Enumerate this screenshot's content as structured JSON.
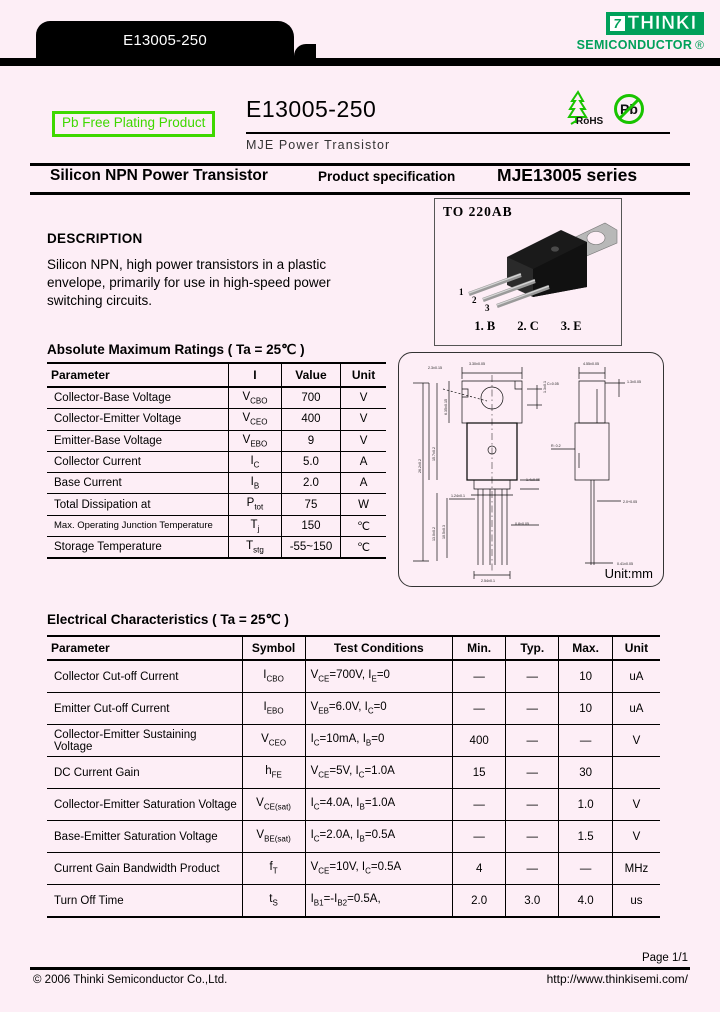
{
  "header": {
    "tab_label": "E13005-250",
    "logo_badge": "7",
    "logo_word": "THINKI",
    "logo_sub": "SEMICONDUCTOR",
    "logo_reg": "®",
    "logo_color": "#00A05A"
  },
  "title_block": {
    "pb_free_badge": "Pb Free Plating Product",
    "pb_free_color": "#3FD800",
    "part_number": "E13005-250",
    "part_subtitle": "MJE Power Transistor",
    "rohs_label": "RoHS",
    "pb_icon_label": "Pb"
  },
  "section_bar": {
    "left": "Silicon NPN Power Transistor",
    "middle": "Product  specification",
    "right": "MJE13005 series"
  },
  "description": {
    "heading": "DESCRIPTION",
    "body": "Silicon NPN, high power transistors in a plastic envelope, primarily for use in high-speed power switching circuits."
  },
  "package": {
    "title": "TO 220AB",
    "pin_numbers": [
      "1",
      "2",
      "3"
    ],
    "pin_legend": [
      "1. B",
      "2. C",
      "3. E"
    ]
  },
  "mechanical": {
    "unit_note": "Unit:mm"
  },
  "absolute_max_ratings": {
    "title": "Absolute Maximum Ratings ( Ta = 25℃ )",
    "headers": [
      "Parameter",
      "I",
      "Value",
      "Unit"
    ],
    "rows": [
      {
        "parameter": "Collector-Base Voltage",
        "symbol_base": "V",
        "symbol_sub": "CBO",
        "value": "700",
        "unit": "V"
      },
      {
        "parameter": "Collector-Emitter Voltage",
        "symbol_base": "V",
        "symbol_sub": "CEO",
        "value": "400",
        "unit": "V"
      },
      {
        "parameter": "Emitter-Base Voltage",
        "symbol_base": "V",
        "symbol_sub": "EBO",
        "value": "9",
        "unit": "V"
      },
      {
        "parameter": "Collector Current",
        "symbol_base": "I",
        "symbol_sub": "C",
        "value": "5.0",
        "unit": "A"
      },
      {
        "parameter": "Base Current",
        "symbol_base": "I",
        "symbol_sub": "B",
        "value": "2.0",
        "unit": "A"
      },
      {
        "parameter": "Total Dissipation at",
        "symbol_base": "P",
        "symbol_sub": "tot",
        "value": "75",
        "unit": "W"
      },
      {
        "parameter": "Max. Operating Junction Temperature",
        "symbol_base": "T",
        "symbol_sub": "j",
        "value": "150",
        "unit": "℃"
      },
      {
        "parameter": "Storage Temperature",
        "symbol_base": "T",
        "symbol_sub": "stg",
        "value": "-55~150",
        "unit": "℃"
      }
    ]
  },
  "electrical_characteristics": {
    "title": "Electrical Characteristics ( Ta = 25℃ )",
    "headers": [
      "Parameter",
      "Symbol",
      "Test  Conditions",
      "Min.",
      "Typ.",
      "Max.",
      "Unit"
    ],
    "rows": [
      {
        "parameter": "Collector Cut-off Current",
        "symbol_base": "I",
        "symbol_sub": "CBO",
        "conditions": "V_{CE}=700V, I_{E}=0",
        "min": "—",
        "typ": "—",
        "max": "10",
        "unit": "uA"
      },
      {
        "parameter": "Emitter Cut-off Current",
        "symbol_base": "I",
        "symbol_sub": "EBO",
        "conditions": "V_{EB}=6.0V, I_{C}=0",
        "min": "—",
        "typ": "—",
        "max": "10",
        "unit": "uA"
      },
      {
        "parameter": "Collector-Emitter Sustaining Voltage",
        "symbol_base": "V",
        "symbol_sub": "CEO",
        "conditions": "I_{C}=10mA, I_{B}=0",
        "min": "400",
        "typ": "—",
        "max": "—",
        "unit": "V"
      },
      {
        "parameter": "DC Current Gain",
        "symbol_base": "h",
        "symbol_sub": "FE",
        "conditions": "V_{CE}=5V, I_{C}=1.0A",
        "min": "15",
        "typ": "—",
        "max": "30",
        "unit": ""
      },
      {
        "parameter": "Collector-Emitter Saturation Voltage",
        "symbol_base": "V",
        "symbol_sub": "CE(sat)",
        "conditions": "I_{C}=4.0A, I_{B}=1.0A",
        "min": "—",
        "typ": "—",
        "max": "1.0",
        "unit": "V"
      },
      {
        "parameter": "Base-Emitter Saturation Voltage",
        "symbol_base": "V",
        "symbol_sub": "BE(sat)",
        "conditions": "I_{C}=2.0A, I_{B}=0.5A",
        "min": "—",
        "typ": "—",
        "max": "1.5",
        "unit": "V"
      },
      {
        "parameter": "Current Gain Bandwidth Product",
        "symbol_base": "f",
        "symbol_sub": "T",
        "conditions": "V_{CE}=10V, I_{C}=0.5A",
        "min": "4",
        "typ": "—",
        "max": "—",
        "unit": "MHz"
      },
      {
        "parameter": "Turn Off Time",
        "symbol_base": "t",
        "symbol_sub": "S",
        "conditions": "I_{B1}=-I_{B2}=0.5A,",
        "min": "2.0",
        "typ": "3.0",
        "max": "4.0",
        "unit": "us"
      }
    ]
  },
  "footer": {
    "page": "Page 1/1",
    "copyright": "© 2006 Thinki  Semiconductor  Co.,Ltd.",
    "website": "http://www.thinkisemi.com/"
  }
}
